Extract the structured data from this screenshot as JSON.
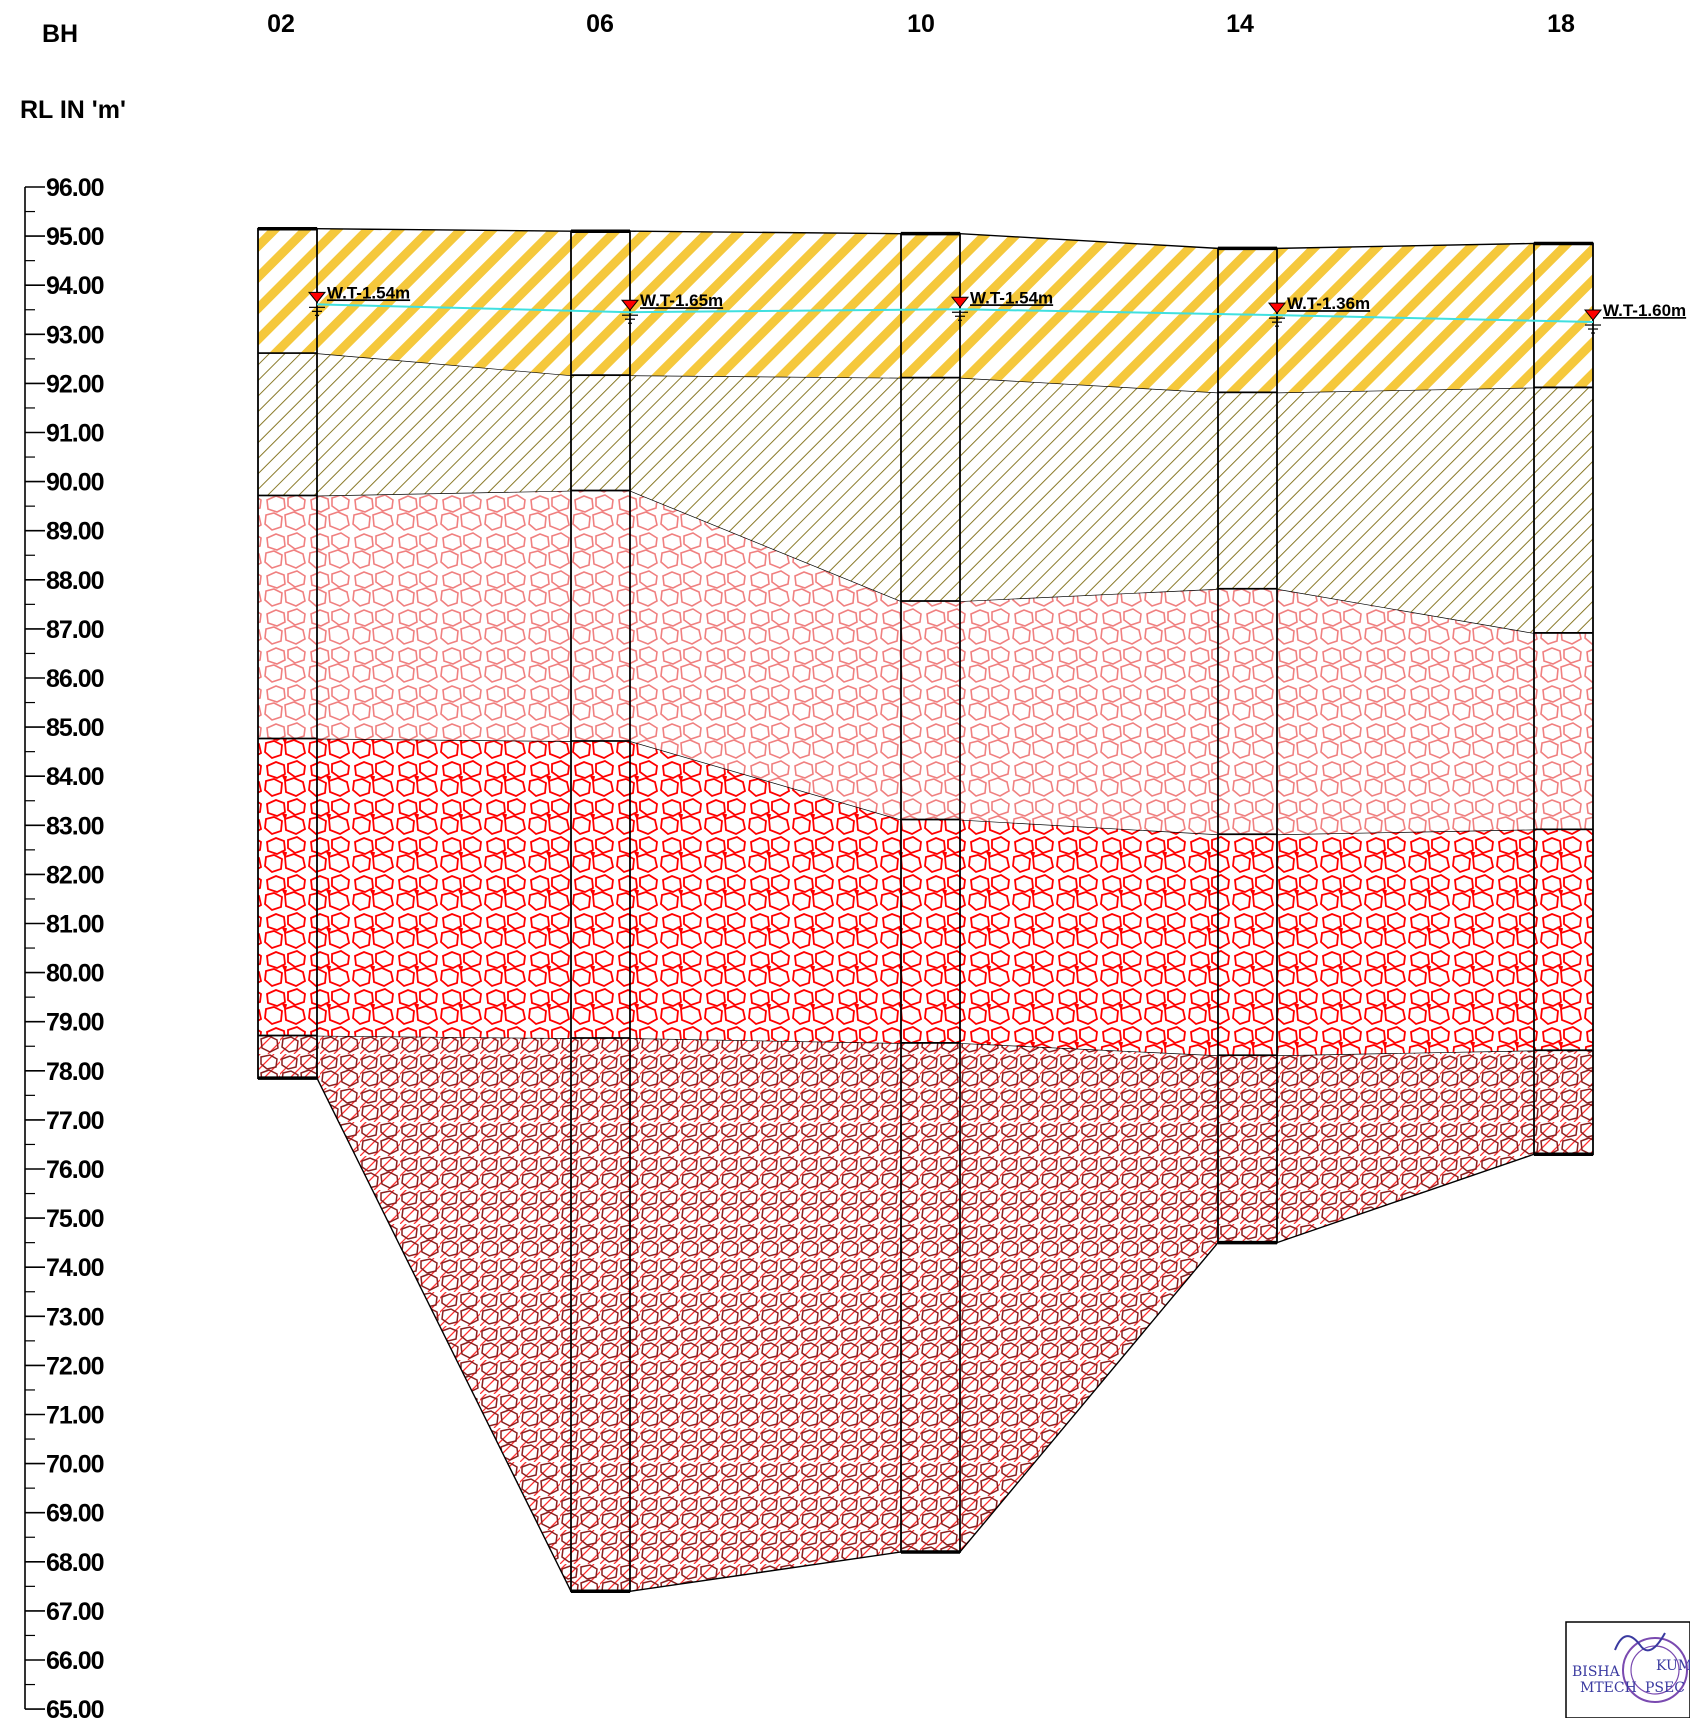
{
  "header": {
    "bh_label": "BH",
    "rl_label": "RL IN 'm'"
  },
  "axis": {
    "ticks": [
      "96.00",
      "95.00",
      "94.00",
      "93.00",
      "92.00",
      "91.00",
      "90.00",
      "89.00",
      "88.00",
      "87.00",
      "86.00",
      "85.00",
      "84.00",
      "83.00",
      "82.00",
      "81.00",
      "80.00",
      "79.00",
      "78.00",
      "77.00",
      "76.00",
      "75.00",
      "74.00",
      "73.00",
      "72.00",
      "71.00",
      "70.00",
      "69.00",
      "68.00",
      "67.00",
      "66.00",
      "65.00"
    ],
    "range": [
      65,
      96
    ]
  },
  "boreholes": [
    {
      "id": "02",
      "top_rl": 95.15,
      "wt_label": "W.T-1.54m",
      "water_rl": 93.61,
      "layer_bottoms": [
        92.6,
        89.7,
        84.75,
        78.7,
        77.85
      ]
    },
    {
      "id": "06",
      "top_rl": 95.1,
      "wt_label": "W.T-1.65m",
      "water_rl": 93.45,
      "layer_bottoms": [
        92.15,
        89.8,
        84.7,
        78.65,
        67.4
      ]
    },
    {
      "id": "10",
      "top_rl": 95.05,
      "wt_label": "W.T-1.54m",
      "water_rl": 93.51,
      "layer_bottoms": [
        92.1,
        87.55,
        83.1,
        78.55,
        68.2
      ]
    },
    {
      "id": "14",
      "top_rl": 94.75,
      "wt_label": "W.T-1.36m",
      "water_rl": 93.39,
      "layer_bottoms": [
        91.8,
        87.8,
        82.8,
        78.3,
        74.5
      ]
    },
    {
      "id": "18",
      "top_rl": 94.85,
      "wt_label": "W.T-1.60m",
      "water_rl": 93.25,
      "layer_bottoms": [
        91.9,
        86.9,
        82.9,
        78.4,
        76.3
      ]
    }
  ],
  "stamp": {
    "line1": "BISHA",
    "line2": "KUM",
    "line3": "MTECH",
    "line4": "PSEC"
  },
  "colors": {
    "layer1": "#f5c83c",
    "layer2": "#8a7a2a",
    "layer3": "#f08080",
    "layer4": "#ff0000",
    "layer5": "#8b2020",
    "water": "#40e0e0",
    "wt_marker": "#ff0000"
  }
}
